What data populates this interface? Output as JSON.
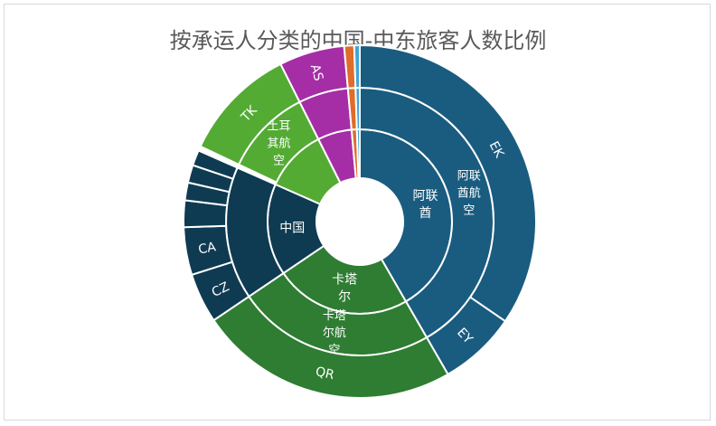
{
  "chart_data": {
    "type": "sunburst",
    "title": "按承运人分类的中国-中东旅客人数比例",
    "rings": [
      "region",
      "airline",
      "carrier_code"
    ],
    "colors": {
      "阿联酋": "#1a5c80",
      "卡塔尔": "#2e7d32",
      "中国": "#0f3b52",
      "土耳其航空": "#53ab34",
      "AS": "#a52ea6",
      "orange": "#e06c2a",
      "lightblue": "#3fa6d8",
      "white": "#ffffff"
    },
    "groups": [
      {
        "region": "阿联酋",
        "color": "#1a5c80",
        "airlines": [
          {
            "airline": "阿联酋航空",
            "color": "#1a5c80",
            "carriers": [
              {
                "code": "EK",
                "value": 34
              },
              {
                "code": "EY",
                "value": 7
              }
            ]
          }
        ]
      },
      {
        "region": "卡塔尔",
        "color": "#2e7d32",
        "airlines": [
          {
            "airline": "卡塔尔航空",
            "color": "#2e7d32",
            "carriers": [
              {
                "code": "QR",
                "value": 23.5
              }
            ]
          }
        ]
      },
      {
        "region": "中国",
        "color": "#0f3b52",
        "airlines": [
          {
            "airline": "",
            "color": "#0f3b52",
            "carriers": [
              {
                "code": "CZ",
                "value": 4.5
              },
              {
                "code": "CA",
                "value": 4.3
              },
              {
                "code": "",
                "value": 2.4
              },
              {
                "code": "",
                "value": 1.6
              },
              {
                "code": "",
                "value": 1.6
              },
              {
                "code": "",
                "value": 1.4
              }
            ]
          }
        ]
      },
      {
        "region": "",
        "color": "#53ab34",
        "airlines": [
          {
            "airline": "",
            "color": "#ffffff",
            "carriers": [
              {
                "code": "",
                "value": 0.4
              }
            ]
          },
          {
            "airline": "土耳其航空",
            "color": "#53ab34",
            "carriers": [
              {
                "code": "TK",
                "value": 10.4
              }
            ]
          }
        ]
      },
      {
        "region": "",
        "color": "#a52ea6",
        "airlines": [
          {
            "airline": "",
            "color": "#a52ea6",
            "carriers": [
              {
                "code": "AS",
                "value": 5.9
              }
            ]
          }
        ]
      },
      {
        "region": "",
        "color": "#e06c2a",
        "airlines": [
          {
            "airline": "",
            "color": "#e06c2a",
            "carriers": [
              {
                "code": "",
                "value": 0.9
              }
            ]
          }
        ]
      },
      {
        "region": "",
        "color": "#3fa6d8",
        "airlines": [
          {
            "airline": "",
            "color": "#3fa6d8",
            "carriers": [
              {
                "code": "",
                "value": 0.5
              }
            ]
          }
        ]
      }
    ]
  }
}
